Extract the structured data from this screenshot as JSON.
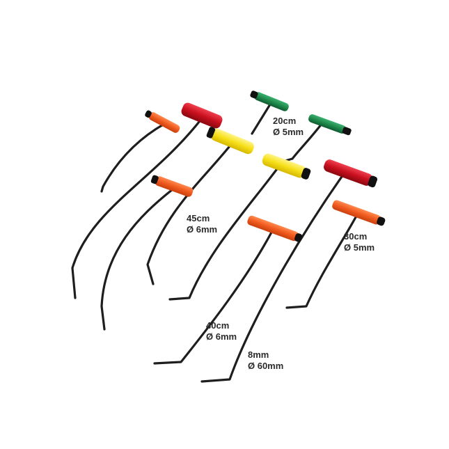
{
  "labels": [
    {
      "line1": "20cm",
      "line2": "Ø 5mm"
    },
    {
      "line1": "45cm",
      "line2": "Ø 6mm"
    },
    {
      "line1": "30cm",
      "line2": "Ø 5mm"
    },
    {
      "line1": "40cm",
      "line2": "Ø 6mm"
    },
    {
      "line1": "8mm",
      "line2": "Ø 60mm"
    }
  ],
  "colors": {
    "rod": "#1e1e1e",
    "orange": "#f05a1e",
    "red": "#c8101e",
    "yellow": "#f7e01a",
    "green": "#1f8a4c",
    "cap": "#111111"
  },
  "tools": [
    {
      "name": "rod-small-orange",
      "handle": "orange"
    },
    {
      "name": "rod-red-long",
      "handle": "red"
    },
    {
      "name": "rod-green-short-1",
      "handle": "green"
    },
    {
      "name": "rod-green-short-2",
      "handle": "green"
    },
    {
      "name": "rod-yellow-1",
      "handle": "yellow"
    },
    {
      "name": "rod-yellow-2",
      "handle": "yellow"
    },
    {
      "name": "rod-orange-mid",
      "handle": "orange"
    },
    {
      "name": "rod-red-right",
      "handle": "red"
    },
    {
      "name": "rod-orange-right",
      "handle": "orange"
    },
    {
      "name": "rod-orange-center",
      "handle": "orange"
    }
  ]
}
